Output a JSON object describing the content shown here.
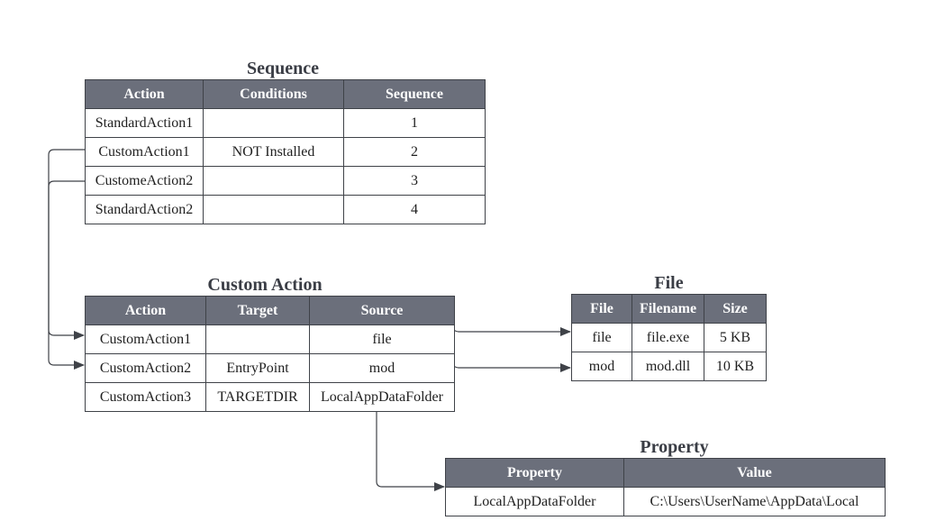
{
  "sequence": {
    "title": "Sequence",
    "headers": [
      "Action",
      "Conditions",
      "Sequence"
    ],
    "rows": [
      [
        "StandardAction1",
        "",
        "1"
      ],
      [
        "CustomAction1",
        "NOT Installed",
        "2"
      ],
      [
        "CustomeAction2",
        "",
        "3"
      ],
      [
        "StandardAction2",
        "",
        "4"
      ]
    ]
  },
  "custom_action": {
    "title": "Custom Action",
    "headers": [
      "Action",
      "Target",
      "Source"
    ],
    "rows": [
      [
        "CustomAction1",
        "",
        "file"
      ],
      [
        "CustomAction2",
        "EntryPoint",
        "mod"
      ],
      [
        "CustomAction3",
        "TARGETDIR",
        "LocalAppDataFolder"
      ]
    ]
  },
  "file": {
    "title": "File",
    "headers": [
      "File",
      "Filename",
      "Size"
    ],
    "rows": [
      [
        "file",
        "file.exe",
        "5 KB"
      ],
      [
        "mod",
        "mod.dll",
        "10 KB"
      ]
    ]
  },
  "property": {
    "title": "Property",
    "headers": [
      "Property",
      "Value"
    ],
    "rows": [
      [
        "LocalAppDataFolder",
        "C:\\Users\\UserName\\AppData\\Local"
      ]
    ]
  }
}
